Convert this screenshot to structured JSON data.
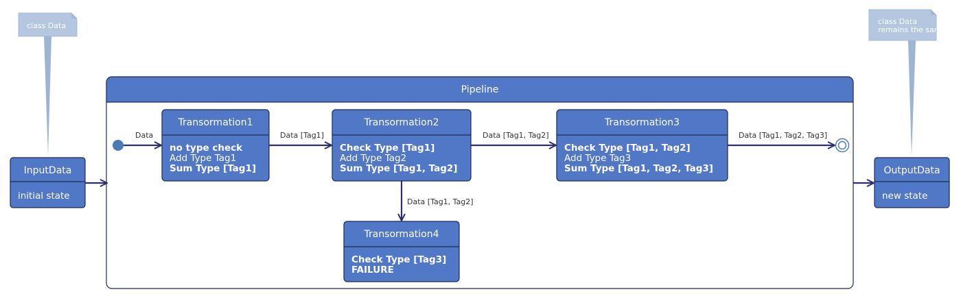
{
  "notes": {
    "input_note": {
      "lines": [
        "class Data"
      ]
    },
    "output_note": {
      "lines": [
        "class Data",
        "remains the same"
      ]
    }
  },
  "input_state": {
    "title": "InputData",
    "body": "initial state"
  },
  "output_state": {
    "title": "OutputData",
    "body": "new state"
  },
  "pipeline": {
    "title": "Pipeline",
    "states": [
      {
        "title": "Transormation1",
        "lines": [
          {
            "text": "no type check",
            "bold": true
          },
          {
            "text": "Add Type Tag1",
            "bold": false
          },
          {
            "text": "Sum Type [Tag1]",
            "bold": true
          }
        ]
      },
      {
        "title": "Transormation2",
        "lines": [
          {
            "text": "Check Type [Tag1]",
            "bold": true
          },
          {
            "text": "Add Type Tag2",
            "bold": false
          },
          {
            "text": "Sum Type [Tag1, Tag2]",
            "bold": true
          }
        ]
      },
      {
        "title": "Transormation3",
        "lines": [
          {
            "text": "Check Type [Tag1, Tag2]",
            "bold": true
          },
          {
            "text": "Add Type Tag3",
            "bold": false
          },
          {
            "text": "Sum Type [Tag1, Tag2, Tag3]",
            "bold": true
          }
        ]
      },
      {
        "title": "Transormation4",
        "lines": [
          {
            "text": "Check Type [Tag3]",
            "bold": true
          },
          {
            "text": "FAILURE",
            "bold": true
          }
        ]
      }
    ],
    "transitions": {
      "start_to_t1": "Data",
      "t1_to_t2": "Data [Tag1]",
      "t2_to_t3": "Data [Tag1, Tag2]",
      "t3_to_end": "Data [Tag1, Tag2, Tag3]",
      "t2_to_t4": "Data [Tag1, Tag2]"
    }
  },
  "colors": {
    "state_fill": "#5078c6",
    "state_border": "#1e2a5a",
    "arrow": "#2a2f72",
    "note_fill": "#b4c6e0",
    "note_stem": "#9fb3d3",
    "start_dot": "#4a7bb5",
    "end_ring": "#4a7bb5"
  }
}
